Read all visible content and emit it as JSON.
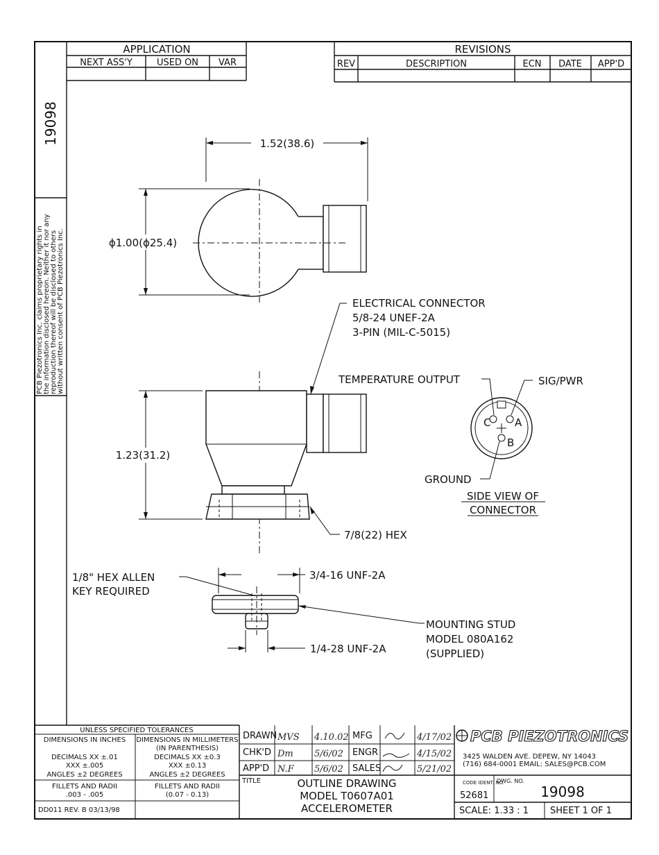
{
  "sidebar": {
    "drawing_number": "19098",
    "proprietary_notice": [
      "PCB Piezotronics Inc. claims proprietary rights in",
      "the information disclosed hereon. Neither it nor any",
      "reproduction thereof will be disclosed to others",
      "without written consent of PCB Piezotronics Inc."
    ]
  },
  "application": {
    "title": "APPLICATION",
    "columns": [
      "NEXT ASS'Y",
      "USED ON",
      "VAR"
    ]
  },
  "revisions": {
    "title": "REVISIONS",
    "columns": [
      "REV",
      "DESCRIPTION",
      "ECN",
      "DATE",
      "APP'D"
    ]
  },
  "drawing": {
    "width_dim": "1.52(38.6)",
    "diameter_dim": "ϕ1.00(ϕ25.4)",
    "height_dim": "1.23(31.2)",
    "connector_callout": [
      "ELECTRICAL CONNECTOR",
      "5/8-24 UNEF-2A",
      "3-PIN (MIL-C-5015)"
    ],
    "temperature_output": "TEMPERATURE OUTPUT",
    "sig_pwr": "SIG/PWR",
    "ground": "GROUND",
    "pin_labels": [
      "C",
      "A",
      "B"
    ],
    "side_view_label": [
      "SIDE VIEW OF",
      "CONNECTOR"
    ],
    "hex_label": "7/8(22) HEX",
    "allen_key": [
      "1/8\" HEX ALLEN",
      "KEY REQUIRED"
    ],
    "stud_top_thread": "3/4-16 UNF-2A",
    "stud_bottom_thread": "1/4-28 UNF-2A",
    "mounting_stud": [
      "MOUNTING STUD",
      "MODEL 080A162",
      "(SUPPLIED)"
    ]
  },
  "title_block": {
    "tolerances_header": "UNLESS SPECIFIED TOLERANCES",
    "inches_col": [
      "DIMENSIONS IN INCHES",
      "DECIMALS  XX ±.01",
      "XXX ±.005",
      "ANGLES ±2 DEGREES",
      "FILLETS AND RADII",
      ".003 - .005"
    ],
    "mm_col": [
      "DIMENSIONS IN MILLIMETERS",
      "(IN PARENTHESIS)",
      "DECIMALS  XX ±0.3",
      "XXX ±0.13",
      "ANGLES ±2 DEGREES",
      "FILLETS AND RADII",
      "(0.07 - 0.13)"
    ],
    "form_rev": "DD011 REV. B 03/13/98",
    "sign_labels": [
      "DRAWN",
      "CHK'D",
      "APP'D"
    ],
    "sign_initials": [
      "MVS",
      "Dm",
      "N.F"
    ],
    "sign_dates": [
      "4.10.02",
      "5/6/02",
      "5/6/02"
    ],
    "dept_labels": [
      "MFG",
      "ENGR",
      "SALES"
    ],
    "dept_dates": [
      "4/17/02",
      "4/15/02",
      "5/21/02"
    ],
    "title_label": "TITLE",
    "title_lines": [
      "OUTLINE DRAWING",
      "MODEL T0607A01",
      "ACCELEROMETER"
    ],
    "company_logo": "PCB PIEZOTRONICS",
    "company_address": [
      "3425 WALDEN AVE. DEPEW, NY 14043",
      "(716) 684-0001  EMAIL: SALES@PCB.COM"
    ],
    "code_ident_label": "CODE IDENT. NO.",
    "code_ident": "52681",
    "dwg_no_label": "DWG. NO.",
    "dwg_no": "19098",
    "scale": "SCALE: 1.33 : 1",
    "sheet": "SHEET 1 OF 1"
  }
}
